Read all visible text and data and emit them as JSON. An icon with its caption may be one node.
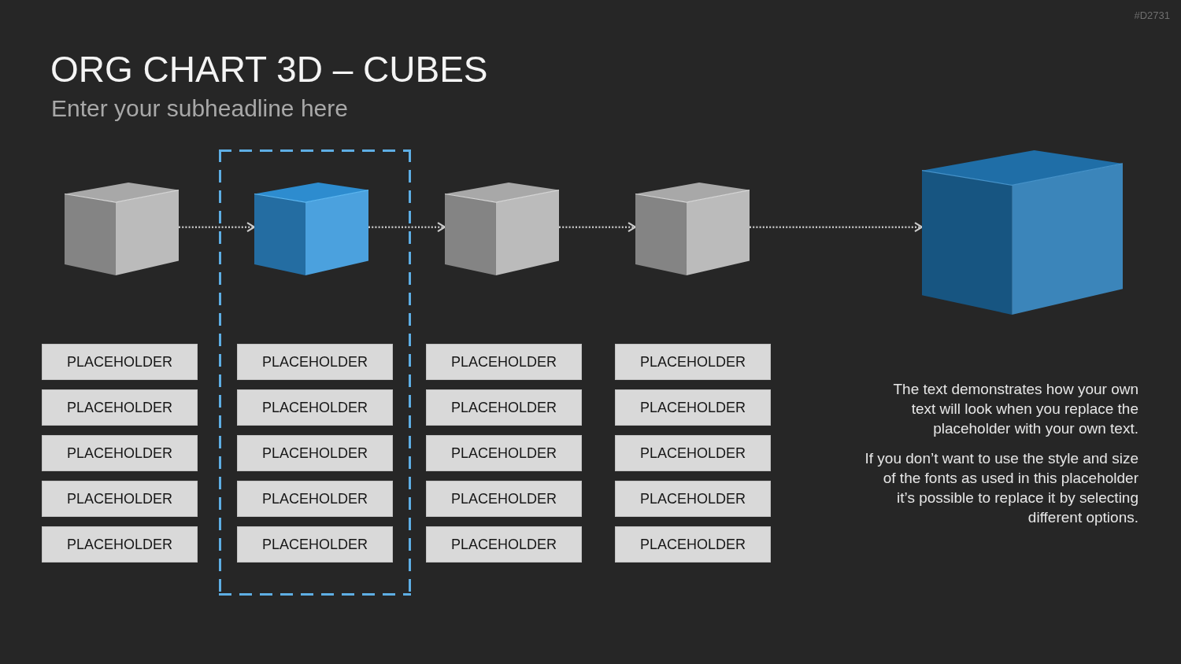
{
  "diagram": {
    "title": "ORG CHART 3D – CUBES",
    "nodes": [
      {
        "text": [],
        "shape": "cube"
      },
      {
        "text": [],
        "shape": "box"
      },
      {
        "text": [],
        "shape": "cube",
        "in": 1
      },
      {
        "text": [],
        "shape": "cube"
      },
      {
        "text": [],
        "shape": "cube"
      },
      {
        "text": [],
        "shape": "cube"
      },
      {
        "text": [
          "PLACEHOLDER"
        ]
      },
      {
        "text": [
          "PLACEHOLDER"
        ]
      },
      {
        "text": [
          "PLACEHOLDER"
        ]
      },
      {
        "text": [
          "PLACEHOLDER"
        ]
      },
      {
        "text": [
          "PLACEHOLDER"
        ]
      },
      {
        "text": [
          "PLACEHOLDER"
        ],
        "in": 1
      },
      {
        "text": [
          "PLACEHOLDER"
        ],
        "in": 1
      },
      {
        "text": [
          "PLACEHOLDER"
        ],
        "in": 1
      },
      {
        "text": [
          "PLACEHOLDER"
        ],
        "in": 1
      },
      {
        "text": [
          "PLACEHOLDER"
        ],
        "in": 1
      },
      {
        "text": [
          "PLACEHOLDER"
        ]
      },
      {
        "text": [
          "PLACEHOLDER"
        ]
      },
      {
        "text": [
          "PLACEHOLDER"
        ]
      },
      {
        "text": [
          "PLACEHOLDER"
        ]
      },
      {
        "text": [
          "PLACEHOLDER"
        ]
      },
      {
        "text": [
          "PLACEHOLDER"
        ]
      },
      {
        "text": [
          "PLACEHOLDER"
        ]
      },
      {
        "text": [
          "PLACEHOLDER"
        ]
      },
      {
        "text": [
          "PLACEHOLDER"
        ]
      },
      {
        "text": [
          "PLACEHOLDER"
        ]
      }
    ],
    "edges": [
      {
        "from": 0,
        "to": 2,
        "arrow": "to",
        "style": "dashed"
      },
      {
        "from": 2,
        "to": 3,
        "arrow": "to",
        "style": "dashed"
      },
      {
        "from": 3,
        "to": 4,
        "arrow": "to",
        "style": "dashed"
      },
      {
        "from": 4,
        "to": 5,
        "arrow": "to",
        "style": "dashed"
      }
    ],
    "labels": [
      "#D2731",
      "Enter your subheadline here",
      "The text demonstrates how your own text will look when you replace the placeholder with your own text.",
      "If you don’t want to use the style and size of the fonts as used in this placeholder it’s possible to replace it by selecting different options."
    ]
  }
}
